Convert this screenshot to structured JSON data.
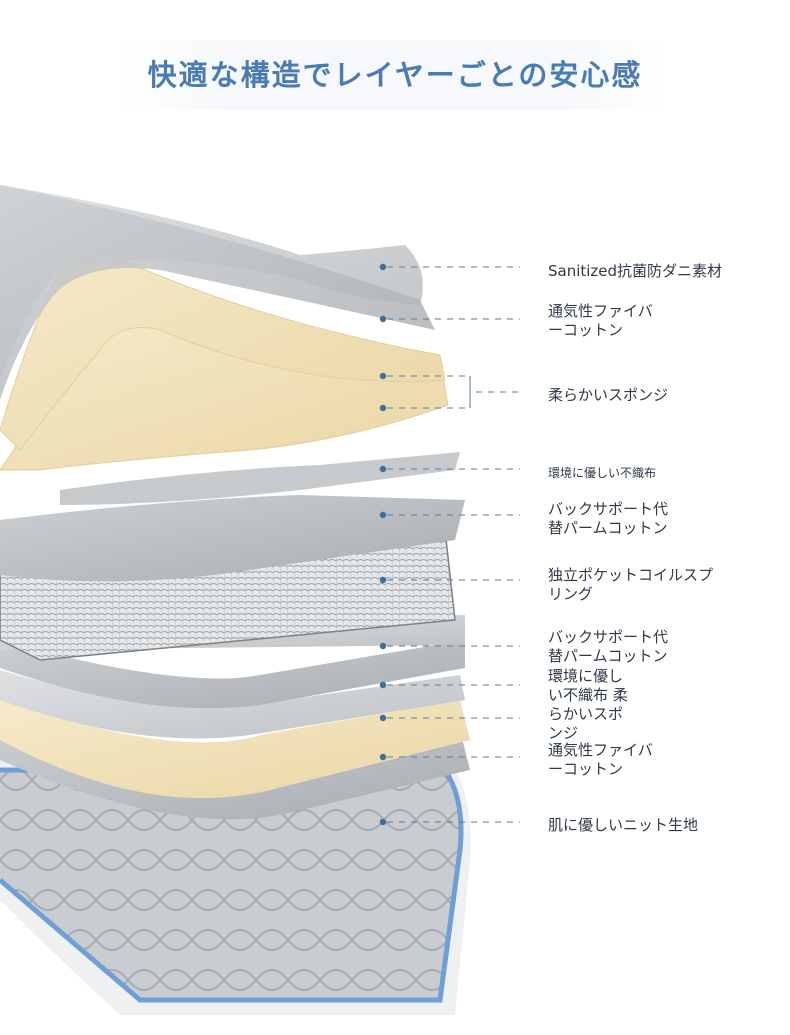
{
  "title": "快適な構造でレイヤーごとの安心感",
  "layers": [
    {
      "lines": [
        "Sanitized抗菌防ダニ素材"
      ]
    },
    {
      "lines": [
        "通気性ファイバ",
        "ーコットン"
      ]
    },
    {
      "lines": [
        "柔らかいスポンジ"
      ]
    },
    {
      "lines": [
        "環境に優しい不織布"
      ]
    },
    {
      "lines": [
        "バックサポート代",
        "替パームコットン"
      ]
    },
    {
      "lines": [
        "独立ポケットコイルスプ",
        "リング"
      ]
    },
    {
      "lines": [
        "バックサポート代",
        "替パームコットン"
      ]
    },
    {
      "lines": [
        "環境に優し",
        "い不織布 柔",
        "らかいスポ",
        "ンジ"
      ]
    },
    {
      "lines": [
        "通気性ファイバ",
        "ーコットン"
      ]
    },
    {
      "lines": [
        "肌に優しいニット生地"
      ]
    }
  ],
  "colors": {
    "title": "#4a7bb4",
    "dot": "#3d6f9c",
    "leader": "#5a7a99",
    "gray_sheet": "#b9bcc0",
    "foam": "#f1e3bb",
    "fabric_trim": "#6f9fd4"
  }
}
